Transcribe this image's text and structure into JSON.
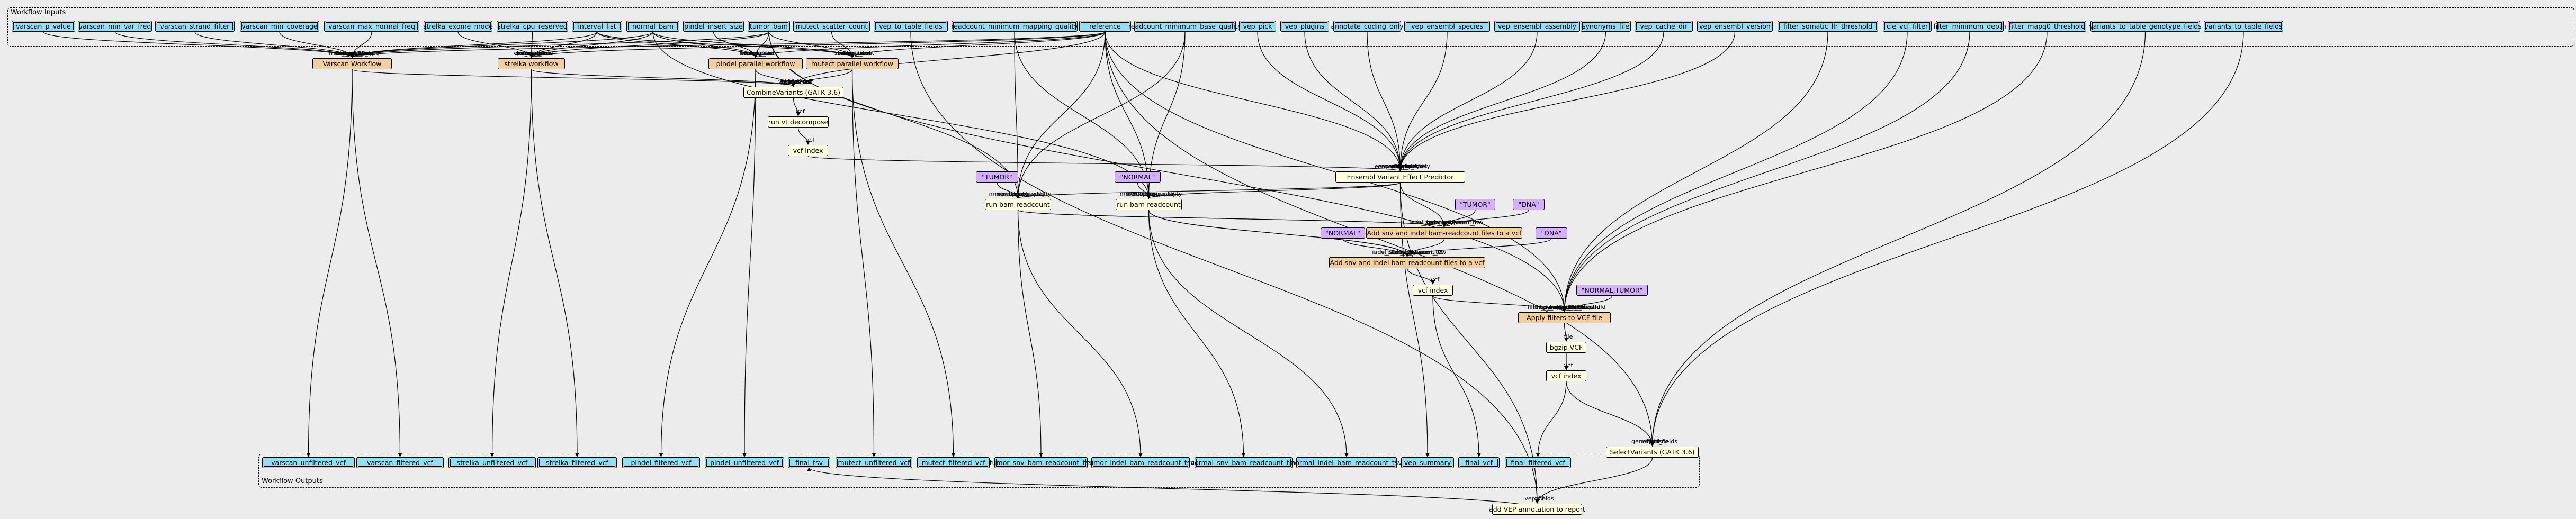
{
  "clusters": {
    "inputs_label": "Workflow Inputs",
    "outputs_label": "Workflow Outputs"
  },
  "inputs": [
    "varscan_p_value",
    "varscan_min_var_freq",
    "varscan_strand_filter",
    "varscan_min_coverage",
    "varscan_max_normal_freq",
    "strelka_exome_mode",
    "strelka_cpu_reserved",
    "interval_list",
    "normal_bam",
    "pindel_insert_size",
    "tumor_bam",
    "mutect_scatter_count",
    "vep_to_table_fields",
    "readcount_minimum_mapping_quality",
    "reference",
    "readcount_minimum_base_quality",
    "vep_pick",
    "vep_plugins",
    "annotate_coding_only",
    "vep_ensembl_species",
    "vep_ensembl_assembly",
    "synonyms_file",
    "vep_cache_dir",
    "vep_ensembl_version",
    "filter_somatic_llr_threshold",
    "cle_vcf_filter",
    "filter_minimum_depth",
    "filter_mapq0_threshold",
    "variants_to_table_genotype_fields",
    "variants_to_table_fields"
  ],
  "steps": {
    "varscan": "Varscan Workflow",
    "strelka": "strelka workflow",
    "pindel": "pindel parallel workflow",
    "mutect": "mutect parallel workflow",
    "combine": "CombineVariants (GATK 3.6)",
    "decompose": "run vt decompose",
    "vcf_index1": "vcf index",
    "vep": "Ensembl Variant Effect Predictor",
    "tumor_const": "\"TUMOR\"",
    "normal_const": "\"NORMAL\"",
    "rc_tumor": "run bam-readcount",
    "rc_normal": "run bam-readcount",
    "tumor_const2": "\"TUMOR\"",
    "dna_const1": "\"DNA\"",
    "add_rc1": "Add snv and indel bam-readcount files to a vcf",
    "normal_const2": "\"NORMAL\"",
    "dna_const2": "\"DNA\"",
    "add_rc2": "Add snv and indel bam-readcount files to a vcf",
    "vcf_index2": "vcf index",
    "nt_const": "\"NORMAL,TUMOR\"",
    "apply_filters": "Apply filters to VCF file",
    "bgzip": "bgzip VCF",
    "vcf_index3": "vcf index",
    "select": "SelectVariants (GATK 3.6)",
    "add_vep": "add VEP annotation to report"
  },
  "outputs": [
    "varscan_unfiltered_vcf",
    "varscan_filtered_vcf",
    "strelka_unfiltered_vcf",
    "strelka_filtered_vcf",
    "pindel_filtered_vcf",
    "pindel_unfiltered_vcf",
    "final_tsv",
    "mutect_unfiltered_vcf",
    "mutect_filtered_vcf",
    "tumor_snv_bam_readcount_tsv",
    "tumor_indel_bam_readcount_tsv",
    "normal_snv_bam_readcount_tsv",
    "normal_indel_bam_readcount_tsv",
    "vep_summary",
    "final_vcf",
    "final_filtered_vcf"
  ],
  "edge_labels": {
    "p_value": "p_value",
    "min_var_freq": "min_var_freq",
    "strand_filter": "strand_filter",
    "min_coverage": "min_coverage",
    "max_normal_freq": "max_normal_freq",
    "exome_mode": "exome_mode",
    "cpu_reserved": "cpu_reserved",
    "interval_list": "interval_list",
    "normal_bam": "normal_bam",
    "insert_size": "insert_size",
    "tumor_bam": "tumor_bam",
    "scatter_count": "scatter_count",
    "reference": "reference",
    "varscan_vcf": "varscan_vcf",
    "strelka_vcf": "strelka_vcf",
    "pindel_vcf": "pindel_vcf",
    "mutect_vcf": "mutect_vcf",
    "vcf": "vcf",
    "bam": "bam",
    "min_mapping_quality": "min_mapping_quality",
    "min_base_quality": "min_base_quality",
    "reference_fasta": "reference_fasta",
    "pick": "pick",
    "plugins": "plugins",
    "coding_only": "coding_only",
    "ensembl_species": "ensembl_species",
    "ensembl_assembly": "ensembl_assembly",
    "synonyms_file": "synonyms_file",
    "cache_dir": "cache_dir",
    "ensembl_version": "ensembl_version",
    "fields": "fields",
    "genotype_fields": "genotype_fields",
    "filter_somatic_llr": "filter_somatic_llr_threshold",
    "do_cle_vcf_filter": "do_cle_vcf_filter",
    "filter_minimum_depth": "filter_minimum_depth",
    "filter_mapq0": "filter_mapq0_threshold",
    "sample": "sample",
    "sample_name": "sample_name",
    "data_type": "data_type",
    "snv_rc_tsv": "snv_bam_readcount_tsv",
    "indel_rc_tsv": "indel_bam_readcount_tsv",
    "sample_names": "sample_names",
    "tumor_bam_lbl": "tumor_bam",
    "file": "file",
    "tsv": "tsv",
    "vep_fields": "vep_fields"
  }
}
